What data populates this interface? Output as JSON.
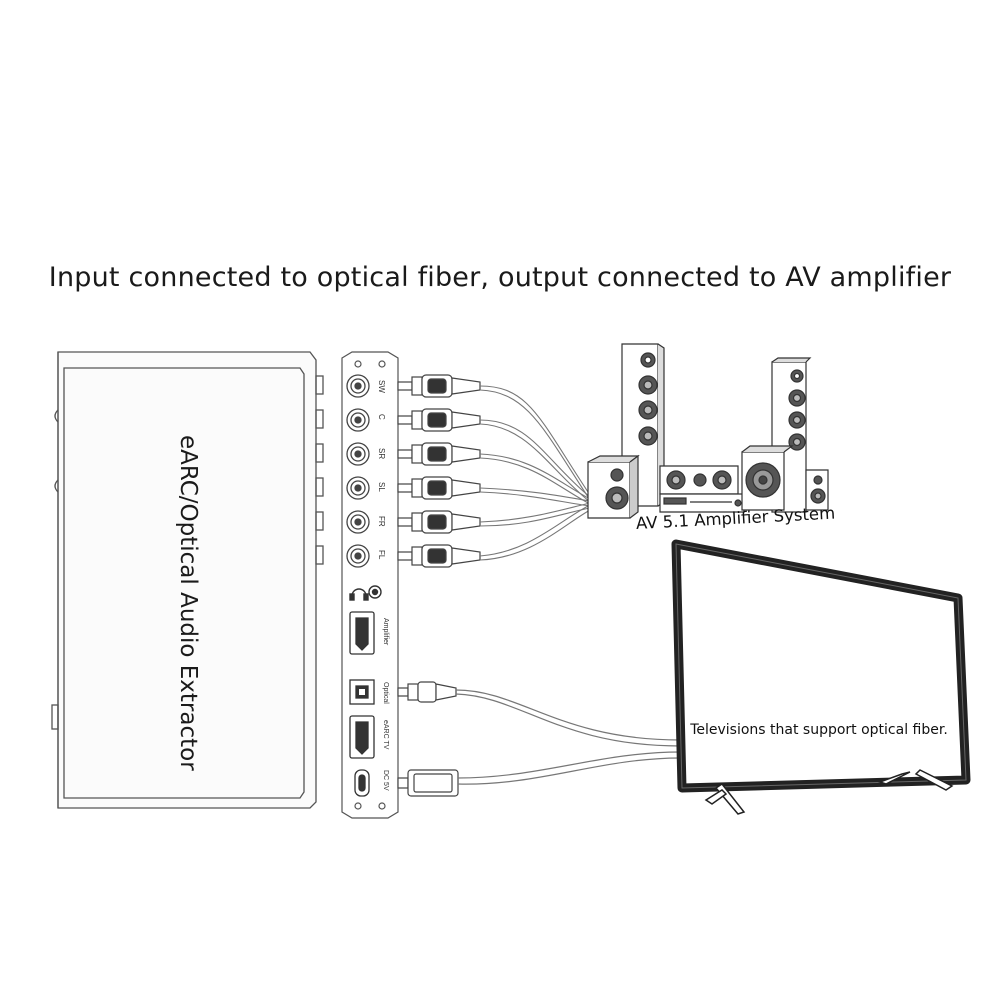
{
  "headline": "Input connected to optical fiber, output connected to AV amplifier",
  "device": {
    "title": "eARC/Optical Audio Extractor",
    "rca_ports": [
      "SW",
      "C",
      "SR",
      "SL",
      "FR",
      "FL"
    ],
    "amplifier_port_label": "Amplifier",
    "optical_port_label": "Optical",
    "earc_port_label": "eARC TV",
    "power_port_label": "DC 5V"
  },
  "amplifier": {
    "label": "AV 5.1 Amplifier System"
  },
  "tv": {
    "caption": "Televisions that support optical fiber."
  }
}
